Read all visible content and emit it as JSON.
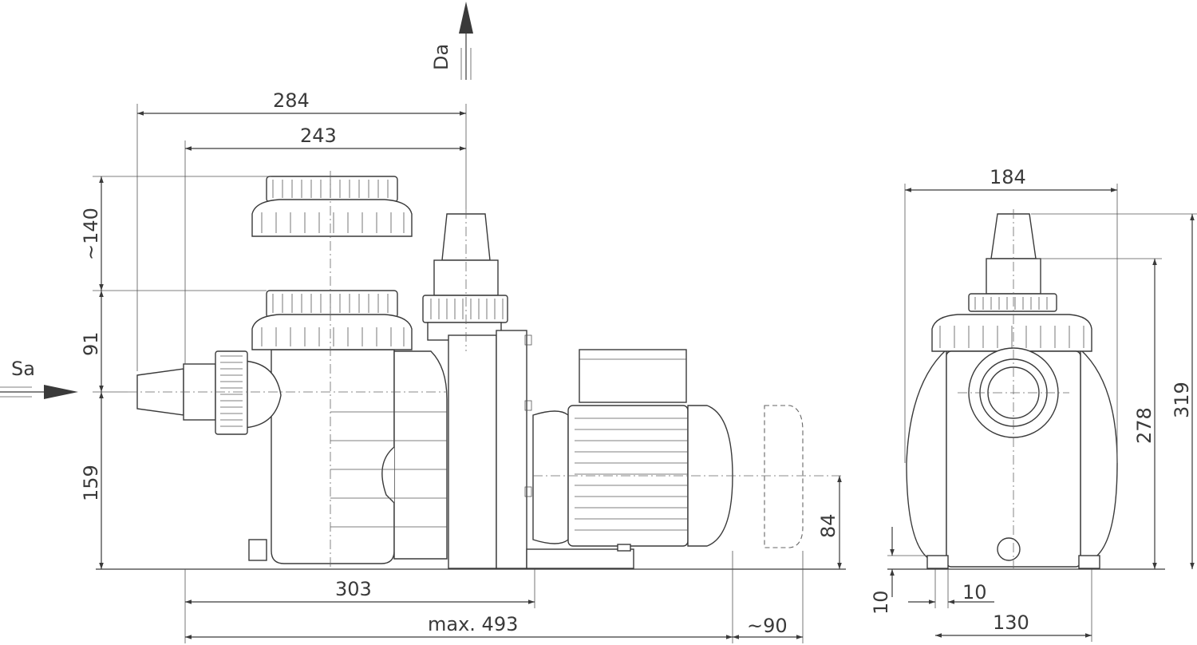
{
  "labels": {
    "outlet": "Da",
    "inlet": "Sa"
  },
  "dimensions": {
    "width_284": "284",
    "width_243": "243",
    "height_140": "~140",
    "height_91": "91",
    "height_159": "159",
    "height_84": "84",
    "length_303": "303",
    "length_max": "max. 493",
    "clearance_90": "~90",
    "side_184": "184",
    "side_278": "278",
    "side_319": "319",
    "side_10_vertical": "10",
    "side_10_horizontal": "10",
    "side_130": "130"
  }
}
